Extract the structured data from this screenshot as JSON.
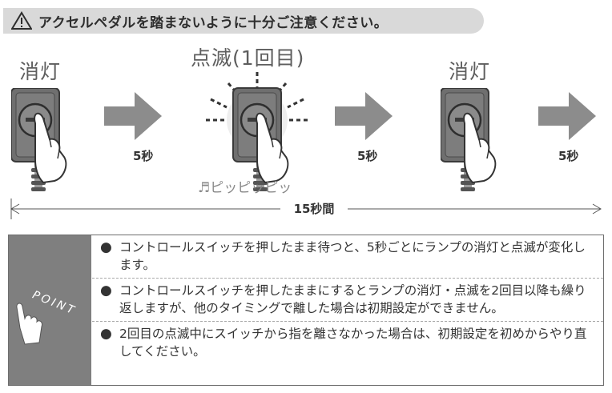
{
  "caution": {
    "icon": "warning-triangle-icon",
    "text": "アクセルペダルを踏まないように十分ご注意ください。"
  },
  "steps": [
    {
      "label": "消灯"
    },
    {
      "label": "点滅(1回目)"
    },
    {
      "label": "消灯"
    }
  ],
  "seconds": [
    "5秒",
    "5秒",
    "5秒"
  ],
  "beep_text": "ピッピッピッ",
  "beep_icon": "music-note-icon",
  "total_time": "15秒間",
  "point": {
    "tag": "POINT",
    "icon": "pointing-hand-icon",
    "bullet": "●",
    "items": [
      "コントロールスイッチを押したまま待つと、5秒ごとにランプの消灯と点滅が変化します。",
      "コントロールスイッチを押したままにするとランプの消灯・点滅を2回目以降も繰り返しますが、他のタイミングで離した場合は初期設定ができません。",
      "2回目の点滅中にスイッチから指を離さなかった場合は、初期設定を初めからやり直してください。"
    ]
  },
  "colors": {
    "caution_bg": "#d9d9d9",
    "point_side": "#7f7f7f",
    "arrow": "#8c8c8c"
  }
}
